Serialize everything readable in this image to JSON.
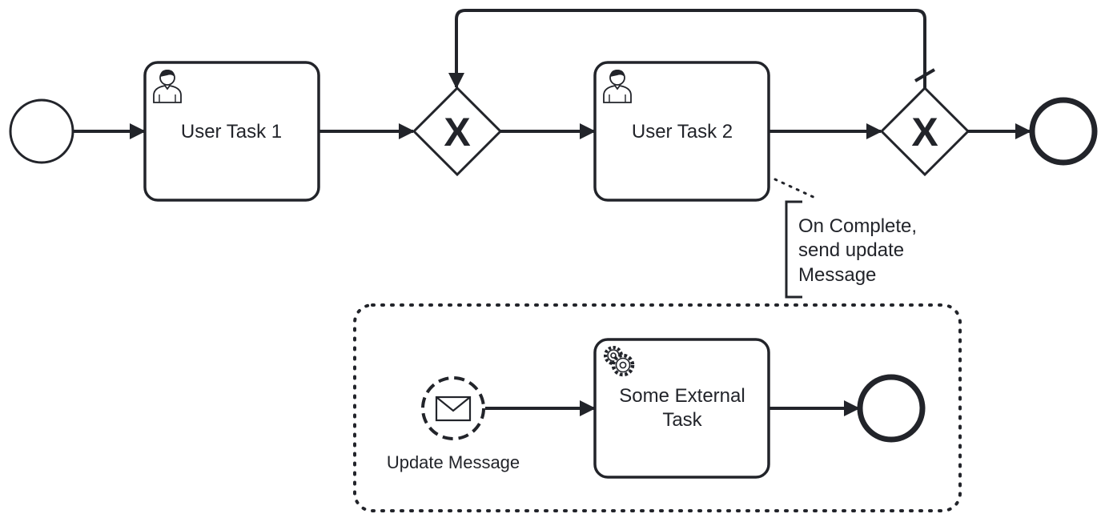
{
  "diagram": {
    "stroke_color": "#22242a",
    "background_color": "#ffffff",
    "tasks": {
      "user_task_1": {
        "label": "User Task 1",
        "icon": "user-icon"
      },
      "user_task_2": {
        "label": "User Task 2",
        "icon": "user-icon"
      },
      "external_task": {
        "label_line1": "Some External",
        "label_line2": "Task",
        "icon": "gear-icon"
      }
    },
    "gateways": {
      "gateway_1": {
        "marker": "X"
      },
      "gateway_2": {
        "marker": "X"
      }
    },
    "annotation": {
      "line1": "On Complete,",
      "line2": "send update",
      "line3": "Message"
    },
    "message_event": {
      "label": "Update Message",
      "icon": "envelope-icon"
    }
  }
}
